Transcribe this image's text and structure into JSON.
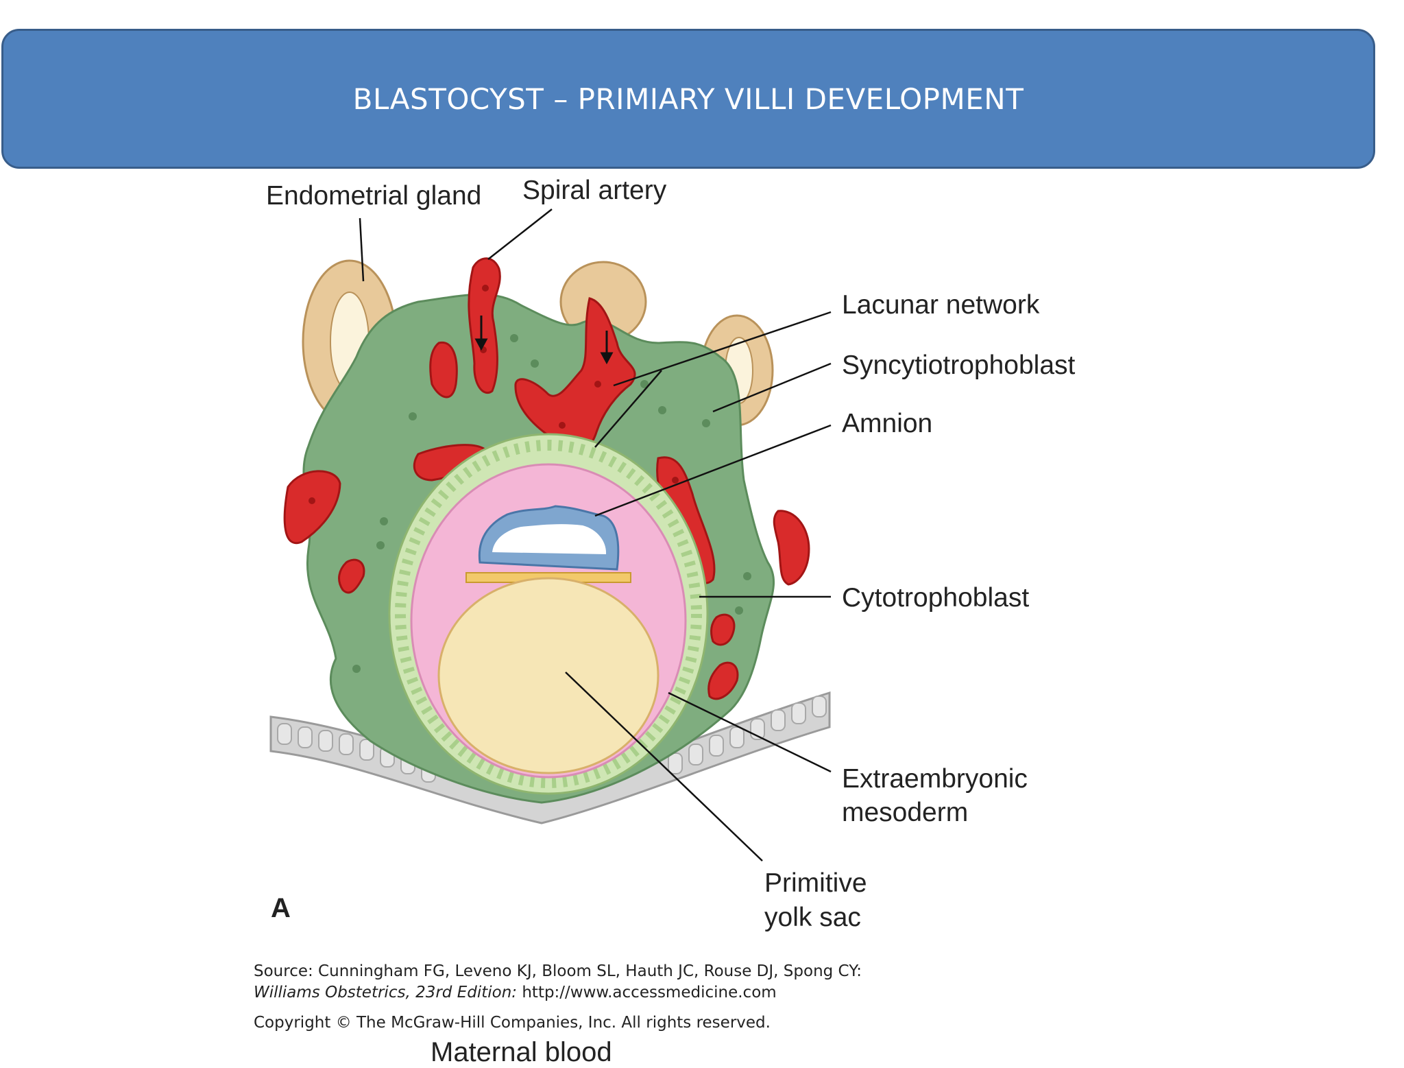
{
  "title": "BLASTOCYST – PRIMIARY VILLI DEVELOPMENT",
  "labels": {
    "endometrial_gland": "Endometrial gland",
    "spiral_artery": "Spiral artery",
    "lacunar_network": "Lacunar network",
    "syncytiotrophoblast": "Syncytiotrophoblast",
    "amnion": "Amnion",
    "cytotrophoblast": "Cytotrophoblast",
    "extraembryonic_line1": "Extraembryonic",
    "extraembryonic_line2": "mesoderm",
    "yolk_sac_line1": "Primitive",
    "yolk_sac_line2": "yolk sac",
    "panel": "A"
  },
  "source": {
    "line1": "Source: Cunningham FG, Leveno KJ, Bloom SL, Hauth JC, Rouse DJ, Spong CY:",
    "line2_italic": "Williams Obstetrics, 23rd Edition:",
    "line2_url": " http://www.accessmedicine.com",
    "copyright": "Copyright © The McGraw-Hill Companies, Inc. All rights reserved."
  },
  "cut_text": "Maternal blood",
  "colors": {
    "banner": "#4f81bd",
    "syncytiotrophoblast": "#7fad7f",
    "lacunae": "#d92b2b",
    "gland": "#e8c99a",
    "cytotrophoblast": "#cfe6b4",
    "extraembryonic_mesoderm": "#f4b6d6",
    "yolk_sac": "#f6e6b6",
    "amnion_cells": "#7fa6cf",
    "epithelium": "#d4d4d4"
  }
}
